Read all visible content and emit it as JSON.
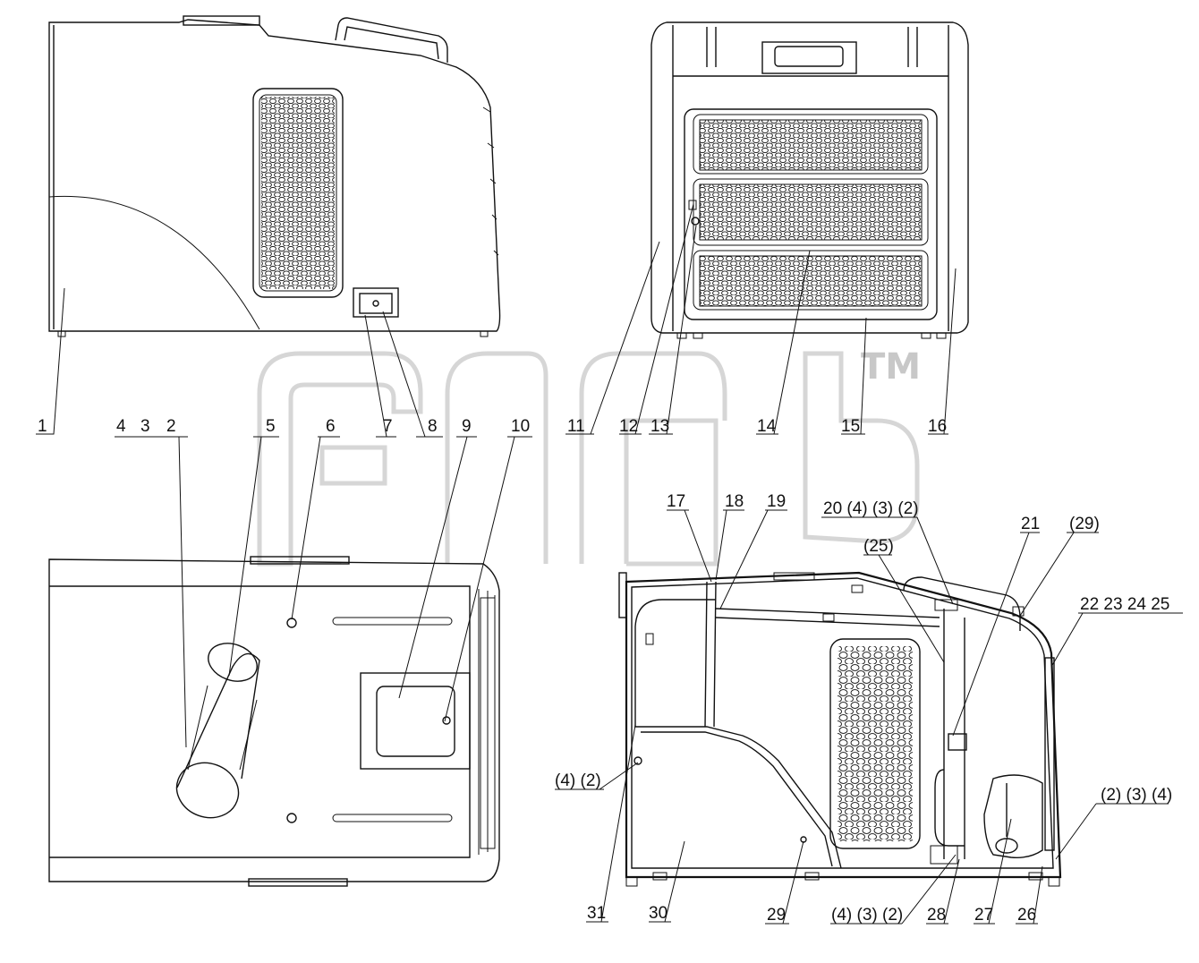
{
  "watermark": {
    "tm": "TM"
  },
  "labels": [
    {
      "id": "1",
      "text": "1"
    },
    {
      "id": "2",
      "text": "2"
    },
    {
      "id": "3",
      "text": "3"
    },
    {
      "id": "4",
      "text": "4"
    },
    {
      "id": "5",
      "text": "5"
    },
    {
      "id": "6",
      "text": "6"
    },
    {
      "id": "7",
      "text": "7"
    },
    {
      "id": "8",
      "text": "8"
    },
    {
      "id": "9",
      "text": "9"
    },
    {
      "id": "10",
      "text": "10"
    },
    {
      "id": "11",
      "text": "11"
    },
    {
      "id": "12",
      "text": "12"
    },
    {
      "id": "13",
      "text": "13"
    },
    {
      "id": "14",
      "text": "14"
    },
    {
      "id": "15",
      "text": "15"
    },
    {
      "id": "16",
      "text": "16"
    },
    {
      "id": "17",
      "text": "17"
    },
    {
      "id": "18",
      "text": "18"
    },
    {
      "id": "19",
      "text": "19"
    },
    {
      "id": "20g",
      "text": "20 (4) (3) (2)"
    },
    {
      "id": "21",
      "text": "21"
    },
    {
      "id": "25p",
      "text": "(25)"
    },
    {
      "id": "29p",
      "text": "(29)"
    },
    {
      "id": "22g",
      "text": "22 23 24 25"
    },
    {
      "id": "42p",
      "text": "(4) (2)"
    },
    {
      "id": "234p",
      "text": "(2) (3) (4)"
    },
    {
      "id": "31",
      "text": "31"
    },
    {
      "id": "30",
      "text": "30"
    },
    {
      "id": "29",
      "text": "29"
    },
    {
      "id": "432p",
      "text": "(4) (3) (2)"
    },
    {
      "id": "28",
      "text": "28"
    },
    {
      "id": "27",
      "text": "27"
    },
    {
      "id": "26",
      "text": "26"
    }
  ]
}
